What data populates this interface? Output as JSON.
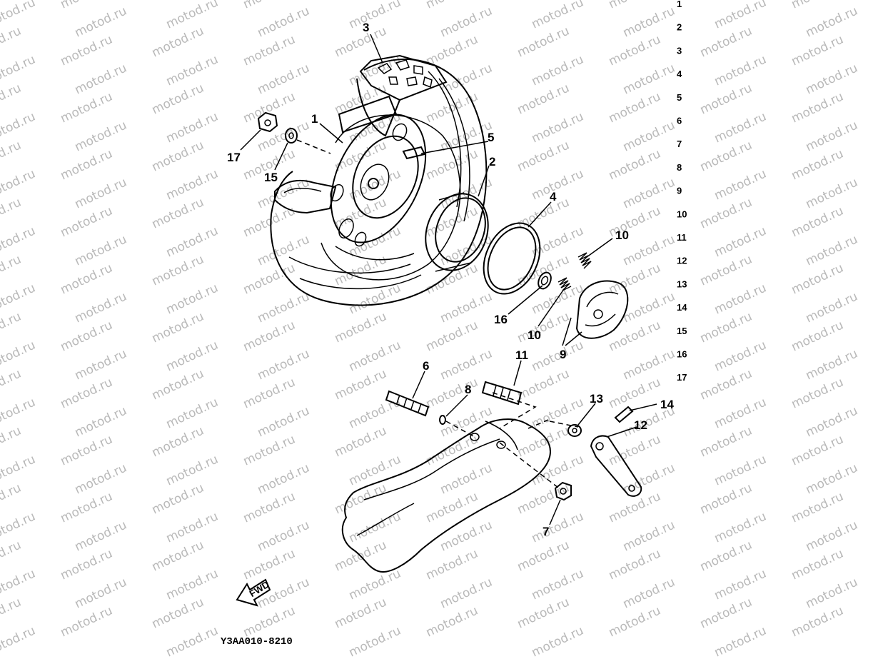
{
  "diagram": {
    "watermark": "motod.ru",
    "drawing_code": "Y3AA010-8210",
    "fwd_arrow_text": "FWD",
    "index_numbers": [
      "1",
      "2",
      "3",
      "4",
      "5",
      "6",
      "7",
      "8",
      "9",
      "10",
      "11",
      "12",
      "13",
      "14",
      "15",
      "16",
      "17"
    ],
    "callouts": {
      "c1": "1",
      "c2": "2",
      "c3": "3",
      "c4": "4",
      "c5": "5",
      "c6": "6",
      "c7": "7",
      "c8": "8",
      "c9": "9",
      "c10a": "10",
      "c10b": "10",
      "c11": "11",
      "c12": "12",
      "c13": "13",
      "c14": "14",
      "c15": "15",
      "c16": "16",
      "c17": "17"
    }
  }
}
